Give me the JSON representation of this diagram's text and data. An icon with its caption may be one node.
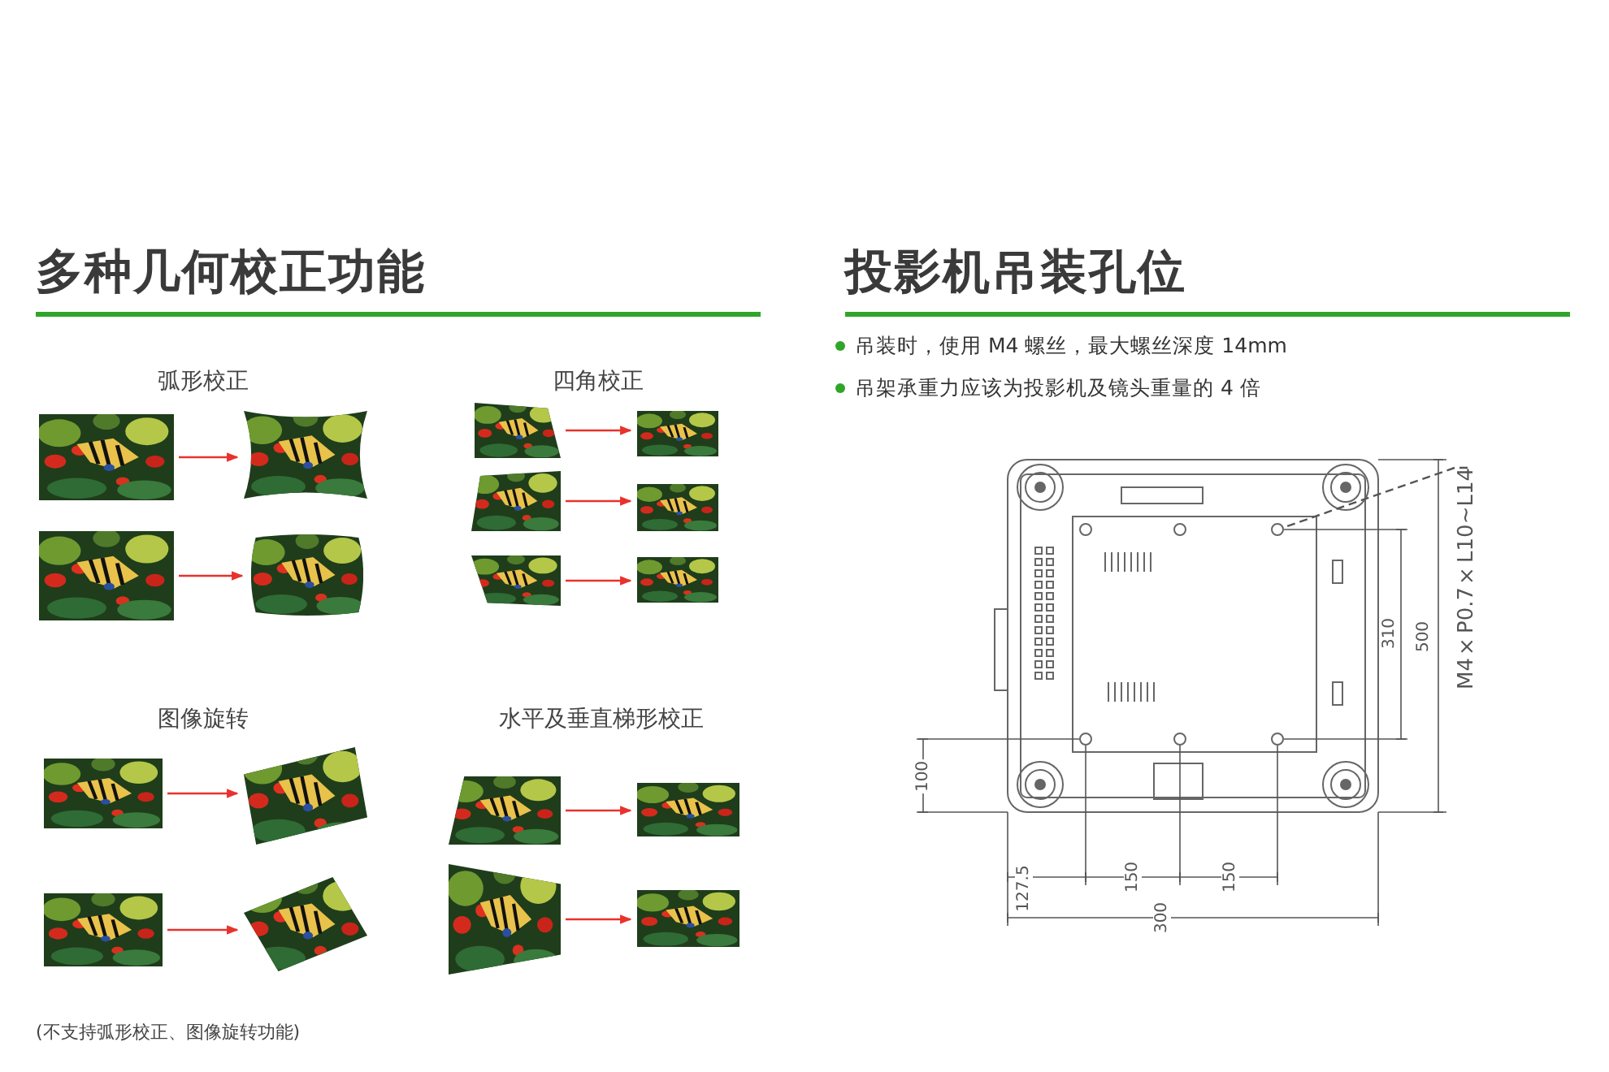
{
  "diagram": {
    "nodes": [
      {
        "text": [],
        "shape": "picture"
      },
      {
        "text": [],
        "shape": "picture"
      },
      {
        "text": [],
        "shape": "picture"
      },
      {
        "text": [],
        "shape": "picture"
      },
      {
        "text": [],
        "shape": "picture"
      },
      {
        "text": [],
        "shape": "picture"
      },
      {
        "text": [],
        "shape": "picture"
      },
      {
        "text": [],
        "shape": "picture"
      },
      {
        "text": [],
        "shape": "picture"
      },
      {
        "text": [],
        "shape": "picture"
      },
      {
        "text": [],
        "shape": "picture"
      },
      {
        "text": [],
        "shape": "picture"
      },
      {
        "text": [],
        "shape": "picture"
      },
      {
        "text": [],
        "shape": "picture"
      },
      {
        "text": [],
        "shape": "picture"
      },
      {
        "text": [],
        "shape": "picture"
      },
      {
        "text": [],
        "shape": "picture"
      },
      {
        "text": [],
        "shape": "picture"
      },
      {
        "text": [
          "M4×P0.7×L10~L14"
        ]
      }
    ],
    "edges": [
      {
        "from": 0,
        "to": 1,
        "arrow": "to"
      },
      {
        "from": 2,
        "to": 3,
        "arrow": "to"
      },
      {
        "from": 4,
        "to": 5,
        "arrow": "to"
      },
      {
        "from": 6,
        "to": 7,
        "arrow": "to"
      },
      {
        "from": 8,
        "to": 9,
        "arrow": "to"
      },
      {
        "from": 10,
        "to": 11,
        "arrow": "to"
      },
      {
        "from": 12,
        "to": 13,
        "arrow": "to"
      },
      {
        "from": 14,
        "to": 15,
        "arrow": "to"
      },
      {
        "from": 16,
        "to": 17,
        "arrow": "to"
      },
      {
        "from": 18,
        "to": null,
        "arrow": "none",
        "style": "dashed",
        "color": "#555555"
      }
    ],
    "labels": [
      "多种几何校正功能",
      "投影机吊装孔位",
      "吊装时，使用 M4 螺丝，最大螺丝深度 14mm",
      "吊架承重力应该为投影机及镜头重量的 4 倍",
      "弧形校正",
      "四角校正",
      "图像旋转",
      "水平及垂直梯形校正",
      "500",
      "310",
      "100",
      "127.5",
      "150",
      "150",
      "300",
      "(不支持弧形校正、图像旋转功能)"
    ]
  }
}
